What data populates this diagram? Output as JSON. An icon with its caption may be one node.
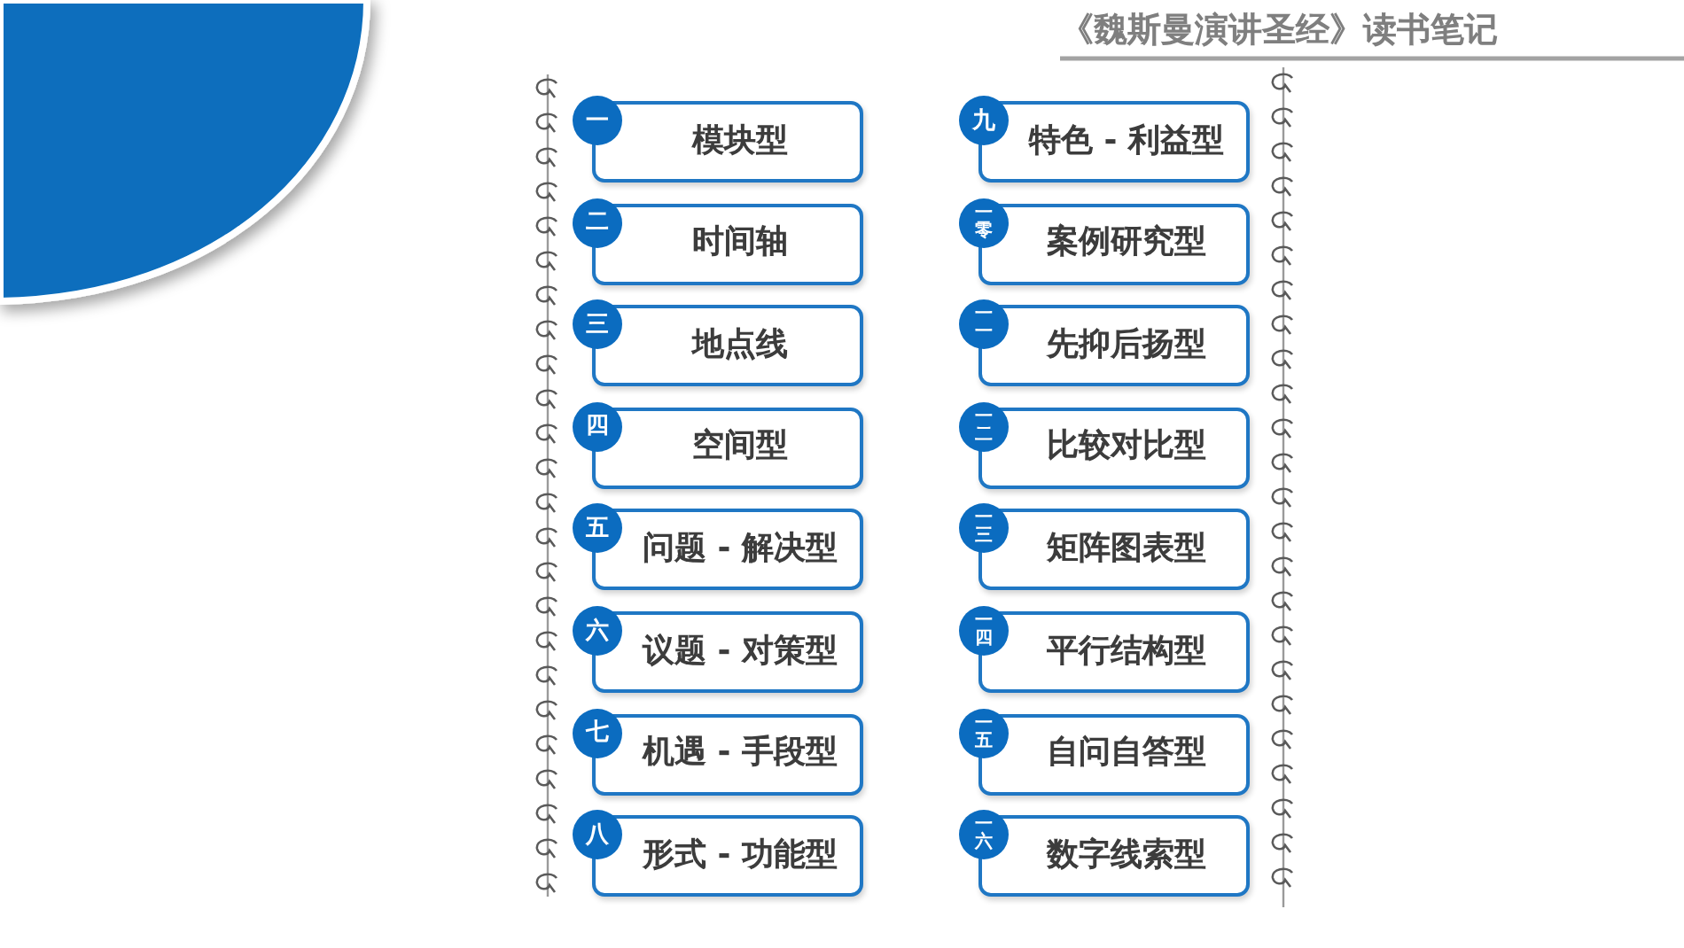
{
  "diagram": {
    "title": "《魏斯曼演讲圣经》读书笔记",
    "nodes": [
      {
        "text": [
          "一"
        ]
      },
      {
        "text": [
          "模块型"
        ]
      },
      {
        "text": [
          "二"
        ]
      },
      {
        "text": [
          "时间轴"
        ]
      },
      {
        "text": [
          "三"
        ]
      },
      {
        "text": [
          "地点线"
        ]
      },
      {
        "text": [
          "四"
        ]
      },
      {
        "text": [
          "空间型"
        ]
      },
      {
        "text": [
          "五"
        ]
      },
      {
        "text": [
          "问题 - 解决型"
        ]
      },
      {
        "text": [
          "六"
        ]
      },
      {
        "text": [
          "议题 - 对策型"
        ]
      },
      {
        "text": [
          "七"
        ]
      },
      {
        "text": [
          "机遇 - 手段型"
        ]
      },
      {
        "text": [
          "八"
        ]
      },
      {
        "text": [
          "形式 - 功能型"
        ]
      },
      {
        "text": [
          "九"
        ]
      },
      {
        "text": [
          "特色 - 利益型"
        ]
      },
      {
        "text": [
          "一零"
        ]
      },
      {
        "text": [
          "案例研究型"
        ]
      },
      {
        "text": [
          "一一"
        ]
      },
      {
        "text": [
          "先抑后扬型"
        ]
      },
      {
        "text": [
          "一二"
        ]
      },
      {
        "text": [
          "比较对比型"
        ]
      },
      {
        "text": [
          "一三"
        ]
      },
      {
        "text": [
          "矩阵图表型"
        ]
      },
      {
        "text": [
          "一四"
        ]
      },
      {
        "text": [
          "平行结构型"
        ]
      },
      {
        "text": [
          "一五"
        ]
      },
      {
        "text": [
          "自问自答型"
        ]
      },
      {
        "text": [
          "一六"
        ]
      },
      {
        "text": [
          "数字线索型"
        ]
      }
    ]
  }
}
